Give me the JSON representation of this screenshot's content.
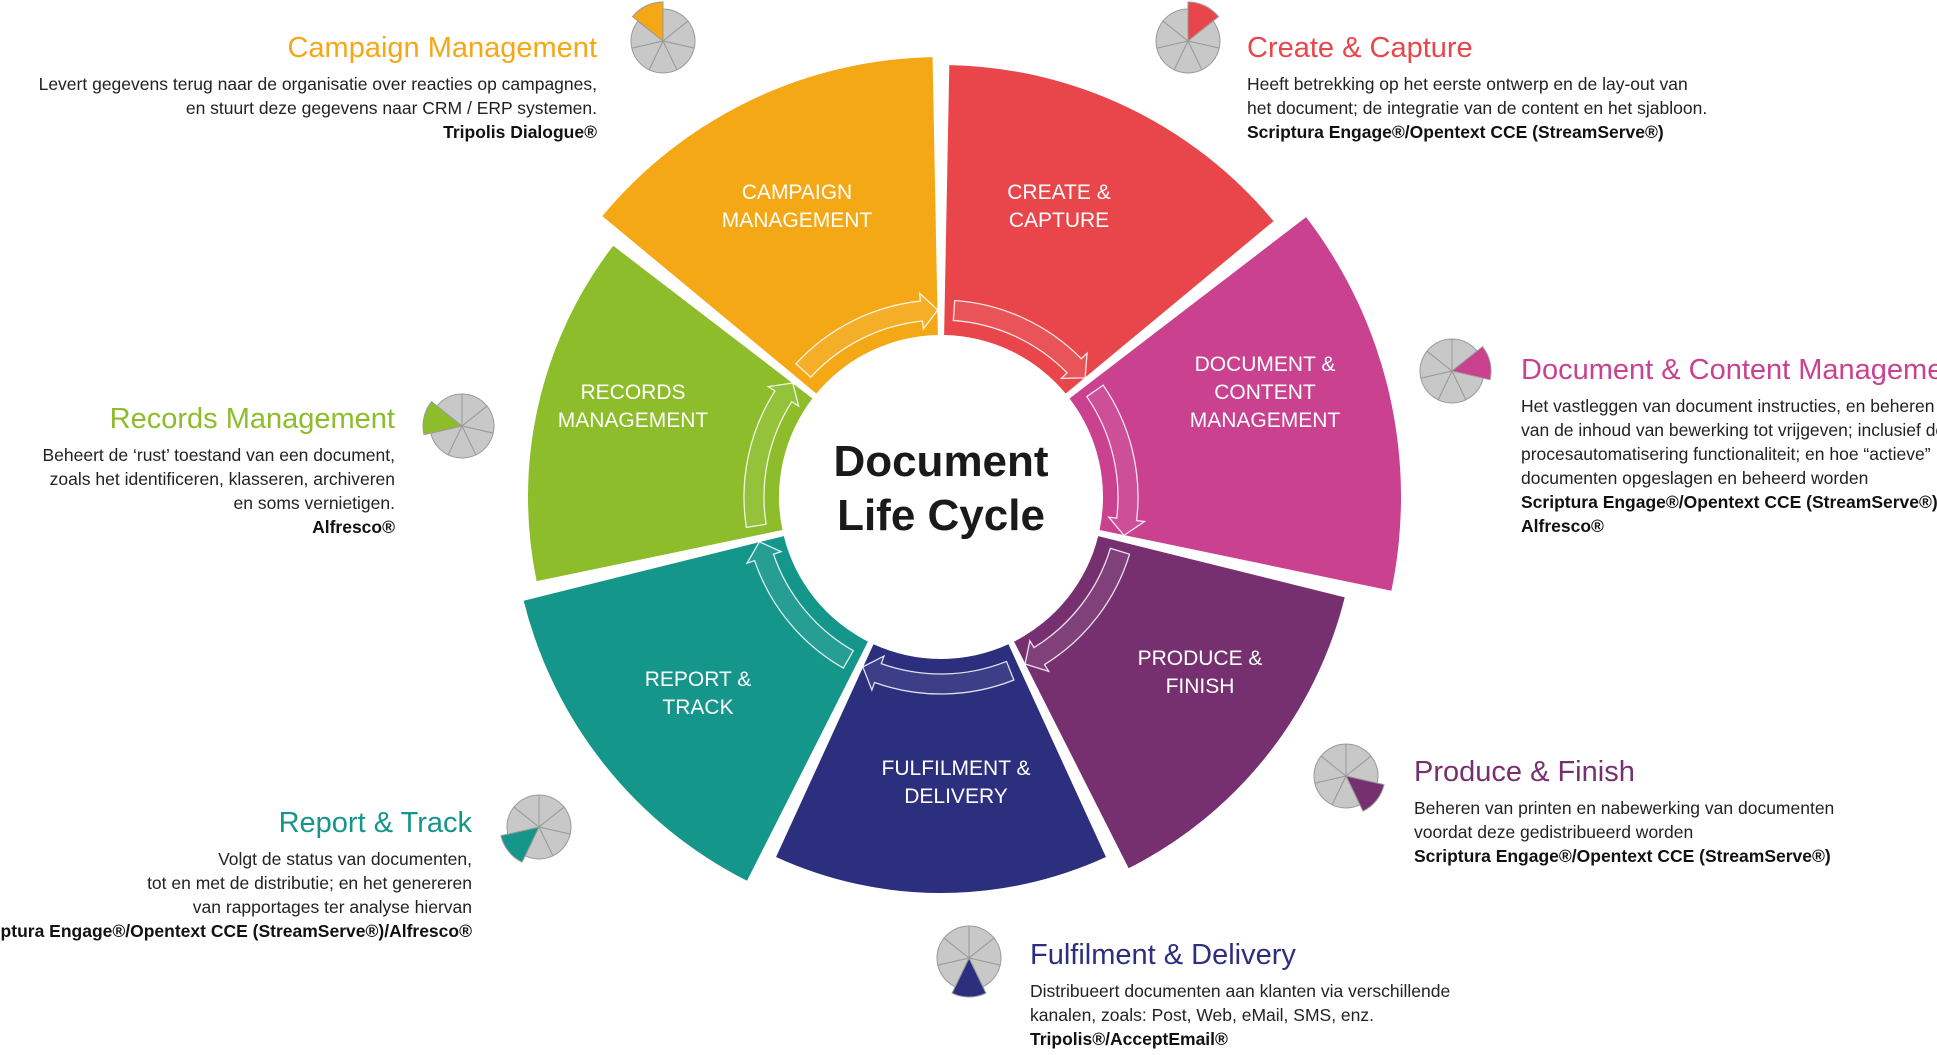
{
  "center": {
    "line1": "Document",
    "line2": "Life Cycle"
  },
  "colors": {
    "campaign": "#F5A816",
    "create": "#E8464A",
    "content": "#C9418F",
    "produce": "#76306F",
    "fulfilment": "#2C2E7E",
    "report": "#14968A",
    "records": "#8DBD2B",
    "pie_gray": "#c8c8c8"
  },
  "segments": [
    {
      "id": "create",
      "line1": "CREATE &",
      "line2": "CAPTURE"
    },
    {
      "id": "content",
      "line1": "DOCUMENT &",
      "line2": "CONTENT",
      "line3": "MANAGEMENT"
    },
    {
      "id": "produce",
      "line1": "PRODUCE &",
      "line2": "FINISH"
    },
    {
      "id": "fulfilment",
      "line1": "FULFILMENT &",
      "line2": "DELIVERY"
    },
    {
      "id": "report",
      "line1": "REPORT &",
      "line2": "TRACK"
    },
    {
      "id": "records",
      "line1": "RECORDS",
      "line2": "MANAGEMENT"
    },
    {
      "id": "campaign",
      "line1": "CAMPAIGN",
      "line2": "MANAGEMENT"
    }
  ],
  "blocks": {
    "campaign": {
      "title": "Campaign Management",
      "desc": [
        "Levert gegevens terug naar de organisatie over reacties op campagnes,",
        "en stuurt deze gegevens naar CRM / ERP systemen."
      ],
      "products": [
        "Tripolis Dialogue®"
      ]
    },
    "create": {
      "title": "Create & Capture",
      "desc": [
        "Heeft betrekking op het eerste ontwerp en de lay-out van",
        "het document; de integratie van de content en het sjabloon."
      ],
      "products": [
        "Scriptura Engage®/Opentext CCE (StreamServe®)"
      ]
    },
    "content": {
      "title": "Document & Content Management",
      "desc": [
        "Het vastleggen van document instructies, en beheren",
        "van de inhoud van bewerking tot vrijgeven; inclusief de",
        "procesautomatisering functionaliteit; en hoe “actieve”",
        "documenten opgeslagen en beheerd worden"
      ],
      "products": [
        "Scriptura Engage®/Opentext CCE (StreamServe®)/",
        "Alfresco®"
      ]
    },
    "records": {
      "title": "Records Management",
      "desc": [
        "Beheert de ‘rust’ toestand van een document,",
        "zoals het identificeren, klasseren, archiveren",
        "en soms vernietigen."
      ],
      "products": [
        "Alfresco®"
      ]
    },
    "produce": {
      "title": "Produce & Finish",
      "desc": [
        "Beheren van printen en nabewerking van documenten",
        "voordat deze gedistribueerd worden"
      ],
      "products": [
        "Scriptura Engage®/Opentext CCE (StreamServe®)"
      ]
    },
    "report": {
      "title": "Report & Track",
      "desc": [
        "Volgt de status van documenten,",
        "tot en met de distributie; en het genereren",
        "van rapportages ter analyse hiervan"
      ],
      "products": [
        "Scriptura Engage®/Opentext CCE (StreamServe®)/Alfresco®"
      ]
    },
    "fulfilment": {
      "title": "Fulfilment & Delivery",
      "desc": [
        "Distribueert documenten aan klanten via verschillende",
        "kanalen, zoals: Post, Web, eMail, SMS, enz."
      ],
      "products": [
        "Tripolis®/AcceptEmail®"
      ]
    }
  }
}
